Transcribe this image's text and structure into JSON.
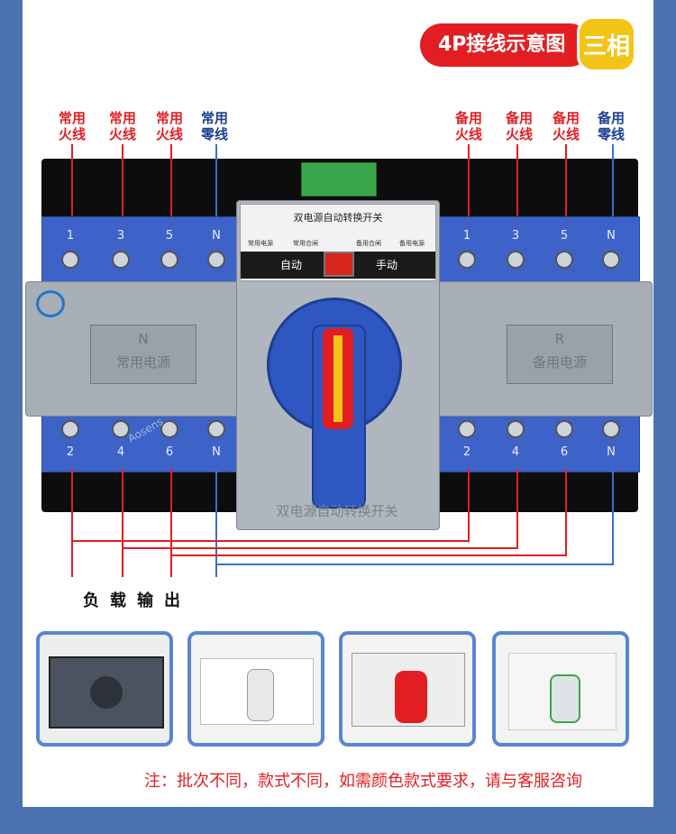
{
  "title": {
    "main": "4P接线示意图",
    "tag": "三相"
  },
  "labels": {
    "common": [
      {
        "top": "常用",
        "bottom": "火线"
      },
      {
        "top": "常用",
        "bottom": "火线"
      },
      {
        "top": "常用",
        "bottom": "火线"
      },
      {
        "top": "常用",
        "bottom": "零线"
      }
    ],
    "backup": [
      {
        "top": "备用",
        "bottom": "火线"
      },
      {
        "top": "备用",
        "bottom": "火线"
      },
      {
        "top": "备用",
        "bottom": "火线"
      },
      {
        "top": "备用",
        "bottom": "零线"
      }
    ]
  },
  "terminals": {
    "top": [
      "1",
      "3",
      "5",
      "N"
    ],
    "bottom": [
      "2",
      "4",
      "6",
      "N"
    ]
  },
  "device": {
    "panel_title": "双电源自动转换开关",
    "indicators": [
      "常用电源",
      "常用合闸",
      "备用合闸",
      "备用电源"
    ],
    "auto": "自动",
    "manual": "手动",
    "left_plate": {
      "n": "N",
      "text": "常用电源"
    },
    "right_plate": {
      "n": "R",
      "text": "备用电源"
    },
    "bottom_text": "双电源自动转换开关",
    "watermark": "Aosens"
  },
  "load_label": "负载输出",
  "note": "注：批次不同，款式不同，如需颜色款式要求，请与客服咨询",
  "colors": {
    "accent_red": "#e21e22",
    "accent_yellow": "#f3c316",
    "frame_blue": "#4a72b0",
    "wire_blue": "#3a6fd0"
  }
}
